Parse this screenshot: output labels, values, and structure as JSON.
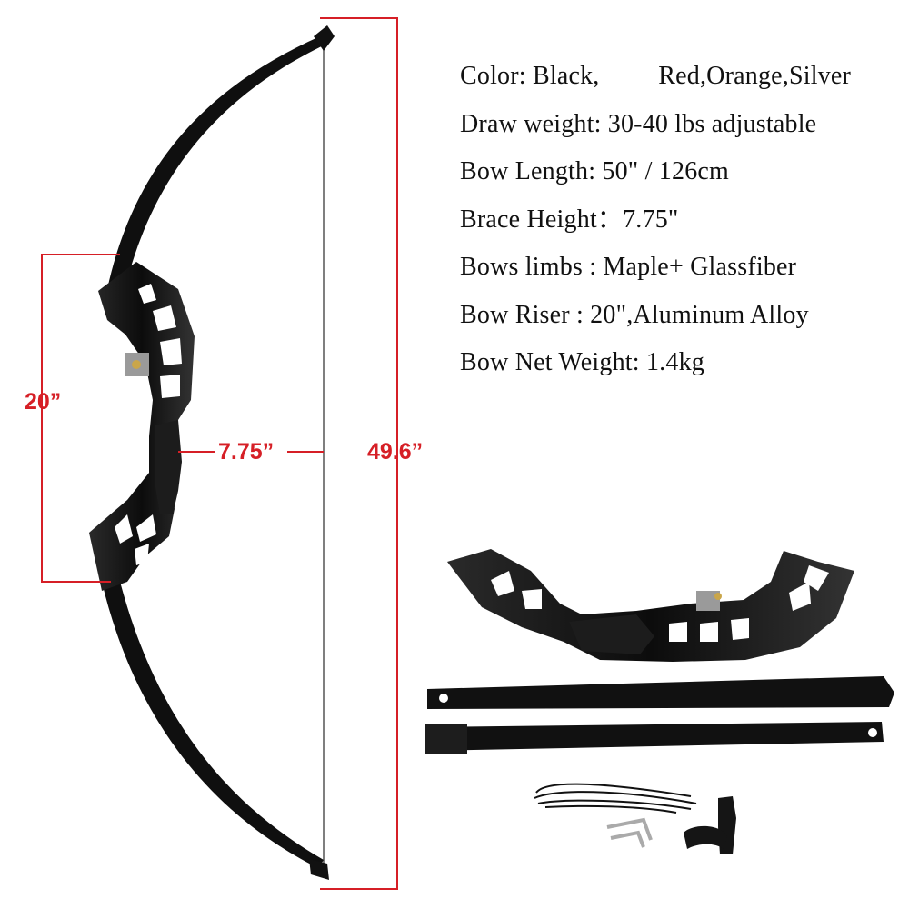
{
  "specs": [
    "Color: Black,         Red,Orange,Silver",
    "Draw weight: 30-40 lbs adjustable",
    "Bow Length: 50\" / 126cm",
    "Brace Height：7.75\"",
    "Bows limbs : Maple+ Glassfiber",
    "Bow Riser : 20\",Aluminum Alloy",
    "Bow Net Weight: 1.4kg"
  ],
  "dimensions": {
    "riser_length": "20”",
    "brace_height": "7.75”",
    "total_length": "49.6”"
  },
  "colors": {
    "dimension": "#d61f26",
    "bow": "#111111",
    "text": "#111111",
    "bracket": "#9a9a9a"
  }
}
